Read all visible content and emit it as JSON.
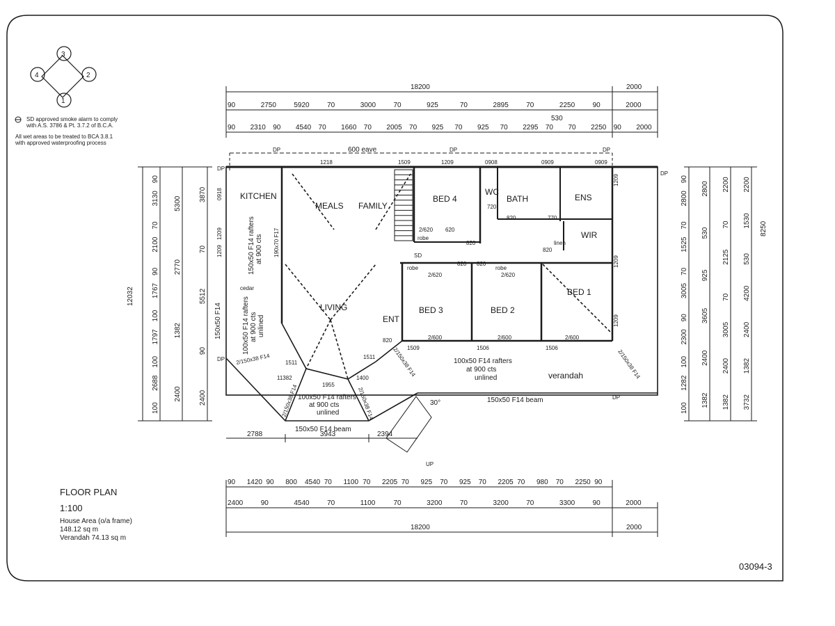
{
  "compass": {
    "n1": "3",
    "n2": "2",
    "n3": "1",
    "n4": "4"
  },
  "notes": {
    "smoke_line1": "SD approved smoke alarm to comply",
    "smoke_line2": "with A.S. 3786 & Pt. 3.7.2 of B.C.A.",
    "wet_line1": "All wet areas to be treated to BCA 3.8.1",
    "wet_line2": "with approved waterproofing process"
  },
  "rooms": {
    "kitchen": "KITCHEN",
    "meals": "MEALS",
    "family": "FAMILY",
    "living": "LIVING",
    "ent": "ENT",
    "bed4": "BED 4",
    "bed3": "BED 3",
    "bed2": "BED 2",
    "bed1": "BED 1",
    "wc": "WC",
    "bath": "BATH",
    "ens": "ENS",
    "wir": "WIR",
    "linen": "linen",
    "robe": "robe",
    "cedar": "cedar",
    "verandah": "verandah",
    "up": "UP",
    "sd": "SD"
  },
  "annotations": {
    "eave": "600 eave",
    "dp": "DP",
    "rafters_main": "100x50 F14 rafters",
    "rafters_cts": "at 900 cts",
    "unlined": "unlined",
    "beam": "150x50 F14 beam",
    "beam_side": "150x50 F14",
    "rafters_k1": "150x50 F14 rafters",
    "rafters_k2": "at 900 cts",
    "f17": "190x70 F17",
    "brace": "2/150x38 F14",
    "angle": "30°",
    "rafters_left1": "100x50 F14 rafters",
    "rafters_left2": "at 900 cts",
    "rafters_left3": "unlined"
  },
  "dims_top": {
    "overall": "18200",
    "overall_right": "2000",
    "row2": [
      "90",
      "2750",
      "5920",
      "70",
      "3000",
      "70",
      "925",
      "70",
      "2895",
      "70",
      "2250",
      "90",
      "2000"
    ],
    "row3": [
      "90",
      "2310",
      "90",
      "4540",
      "70",
      "1660",
      "70",
      "2005",
      "70",
      "925",
      "70",
      "925",
      "70",
      "2295",
      "70",
      "70",
      "2250",
      "90",
      "2000"
    ],
    "row3b": "530"
  },
  "dims_bottom": {
    "row1": [
      "90",
      "1420",
      "90",
      "800",
      "4540",
      "70",
      "1100",
      "70",
      "2205",
      "70",
      "925",
      "70",
      "925",
      "70",
      "2205",
      "70",
      "980",
      "70",
      "2250",
      "90"
    ],
    "row2": [
      "2400",
      "90",
      "4540",
      "70",
      "1100",
      "70",
      "3200",
      "70",
      "3200",
      "70",
      "3300",
      "90",
      "2000"
    ],
    "overall": "18200",
    "overall_right": "2000",
    "bay": [
      "2788",
      "3943",
      "2394"
    ]
  },
  "dims_left": {
    "total": "12032",
    "col1": [
      "90",
      "3130",
      "70",
      "2100",
      "90",
      "1767",
      "100",
      "1797",
      "100",
      "2688",
      "100"
    ],
    "col2": [
      "5300",
      "2770",
      "1382",
      "2400"
    ],
    "col3": [
      "3870",
      "70",
      "5512",
      "90",
      "2400"
    ]
  },
  "dims_right": {
    "total": "8250",
    "col1": [
      "90",
      "2800",
      "70",
      "1525",
      "70",
      "3005",
      "90",
      "2300",
      "100",
      "1282",
      "100"
    ],
    "col2": [
      "2800",
      "530",
      "925",
      "3605",
      "2400",
      "1382"
    ],
    "col3": [
      "2200",
      "70",
      "2125",
      "70",
      "3005",
      "2400",
      "1382"
    ],
    "col4": [
      "2200",
      "1530",
      "530",
      "4200",
      "2400",
      "1382",
      "3732"
    ]
  },
  "openings": {
    "top": [
      "1218",
      "1509",
      "1209",
      "0908",
      "0909",
      "0909"
    ],
    "doors": [
      "720",
      "820",
      "2/620",
      "620",
      "820",
      "820",
      "2/620",
      "2/620",
      "820",
      "2/600",
      "2/600",
      "2/600",
      "820",
      "770",
      "820"
    ],
    "bottom": [
      "1509",
      "1506",
      "1506",
      "1511",
      "1511",
      "1400",
      "11382",
      "1955",
      "1209",
      "1209",
      "1209",
      "1209",
      "0918",
      "1209"
    ]
  },
  "title_block": {
    "title": "FLOOR PLAN",
    "scale": "1:100",
    "area_label": "House Area (o/a frame)",
    "area_value": "148.12 sq m",
    "verandah": "Verandah 74.13 sq m",
    "drawing_no": "03094-3"
  }
}
